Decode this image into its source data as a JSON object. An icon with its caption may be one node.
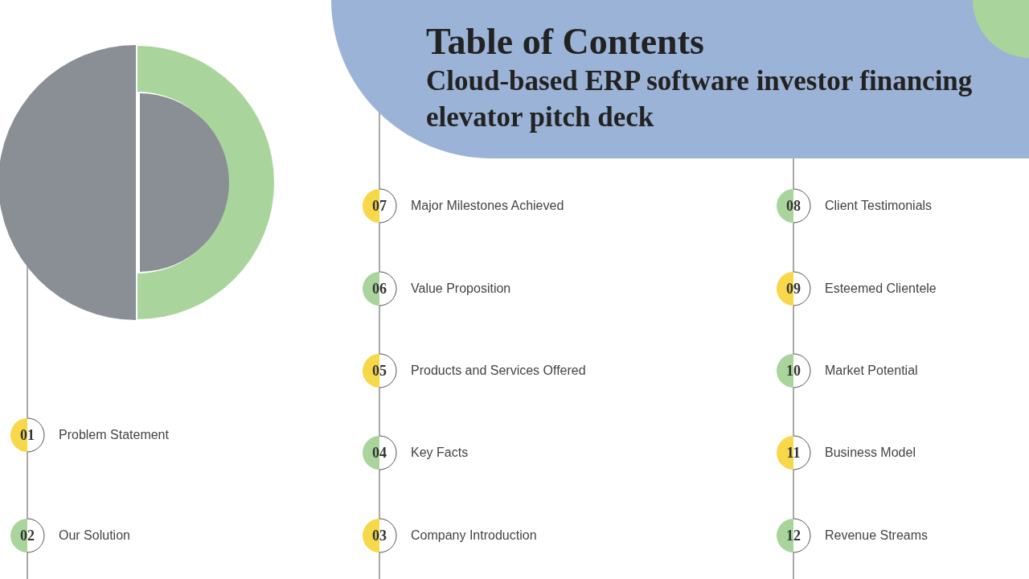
{
  "diagram": {
    "title": "Table of Contents",
    "nodes": [
      {
        "text": [
          "01"
        ],
        "beside": [
          "Problem Statement"
        ]
      },
      {
        "text": [
          "02"
        ],
        "beside": [
          "Our Solution"
        ]
      },
      {
        "text": [
          "03"
        ],
        "beside": [
          "Company Introduction"
        ]
      },
      {
        "text": [
          "04"
        ],
        "beside": [
          "Key Facts"
        ]
      },
      {
        "text": [
          "05"
        ],
        "beside": [
          "Products and Services Offered"
        ]
      },
      {
        "text": [
          "06"
        ],
        "beside": [
          "Value Proposition"
        ]
      },
      {
        "text": [
          "07"
        ],
        "beside": [
          "Major Milestones Achieved"
        ]
      },
      {
        "text": [
          "08"
        ],
        "beside": [
          "Client Testimonials"
        ]
      },
      {
        "text": [
          "09"
        ],
        "beside": [
          "Esteemed Clientele"
        ]
      },
      {
        "text": [
          "10"
        ],
        "beside": [
          "Market Potential"
        ]
      },
      {
        "text": [
          "11"
        ],
        "beside": [
          "Business Model"
        ]
      },
      {
        "text": [
          "12"
        ],
        "beside": [
          "Revenue Streams"
        ]
      }
    ],
    "labels": [
      "Cloud-based ERP software investor financing elevator pitch deck"
    ]
  }
}
